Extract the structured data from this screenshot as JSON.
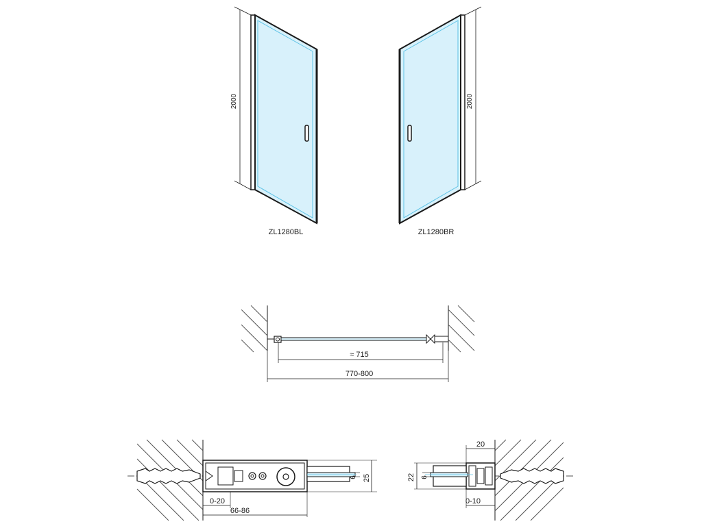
{
  "doors": {
    "left": {
      "code": "ZL1280BL",
      "height": "2000"
    },
    "right": {
      "code": "ZL1280BR",
      "height": "2000"
    }
  },
  "plan": {
    "inner_width": "≈ 715",
    "total_width": "770-800"
  },
  "detail_left": {
    "depth": "25",
    "glass": "6",
    "adjust": "0-20",
    "total": "66-86"
  },
  "detail_right": {
    "width": "20",
    "depth": "22",
    "glass": "6",
    "adjust": "0-10"
  },
  "colors": {
    "line": "#1a1a1a",
    "glass": "#d8f1fb",
    "glass_edge": "#5ec3e6",
    "hatch": "#555555"
  }
}
